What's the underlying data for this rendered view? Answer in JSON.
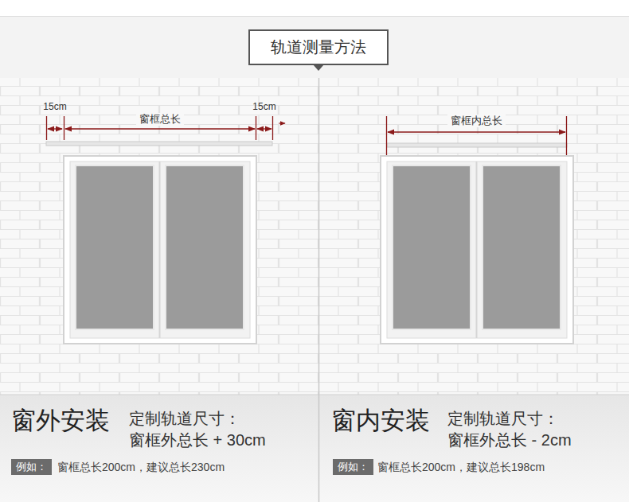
{
  "diagram": {
    "nodes": [
      {
        "text": [
          "轨道测量方法"
        ]
      },
      {
        "text": [
          "例如："
        ]
      },
      {
        "text": [
          "例如："
        ]
      }
    ],
    "labels": [
      "15cm",
      "窗框总长",
      "15cm",
      "窗框内总长",
      "窗外安装",
      "定制轨道尺寸：",
      "窗框外总长 + 30cm",
      "窗框总长200cm，建议总长230cm",
      "窗内安装",
      "定制轨道尺寸：",
      "窗框外总长 - 2cm",
      "窗框总长200cm，建议总长198cm"
    ]
  }
}
